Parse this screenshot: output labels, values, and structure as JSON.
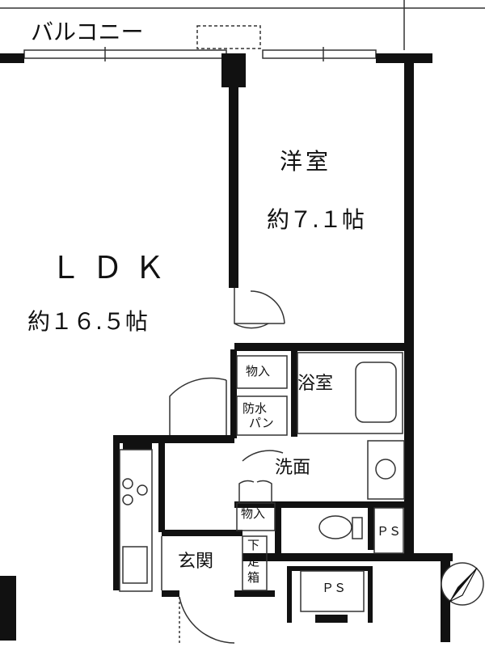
{
  "rooms": {
    "balcony": "バルコニー",
    "ldk": {
      "name": "ＬＤＫ",
      "size": "約１６.５帖"
    },
    "western": {
      "name": "洋室",
      "size": "約７.１帖"
    },
    "storage1": "物入",
    "bath": "浴室",
    "waterproof_pan": [
      "防水",
      "パン"
    ],
    "washroom": "洗面",
    "storage2": "物入",
    "entrance": "玄関",
    "shoe_box": [
      "下",
      "足",
      "箱"
    ],
    "ps1": "ＰＳ",
    "ps2": "ＰＳ"
  },
  "colors": {
    "wall": "#111111",
    "line": "#333333",
    "background": "#ffffff"
  },
  "icons": [
    "north-arrow-icon",
    "stove-icon",
    "sink-icon",
    "toilet-icon",
    "bathtub-icon",
    "washbasin-icon"
  ]
}
